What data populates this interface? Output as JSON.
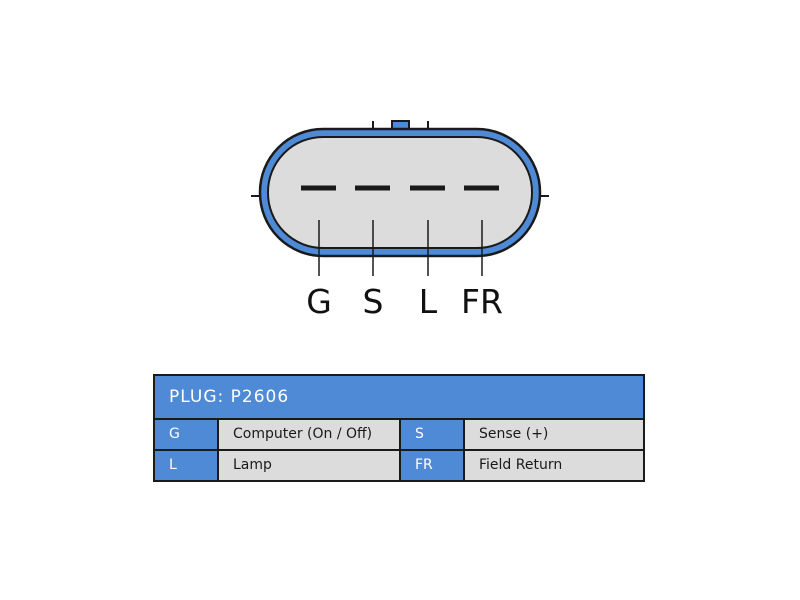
{
  "connector": {
    "pins": [
      "G",
      "S",
      "L",
      "FR"
    ]
  },
  "table": {
    "header": "PLUG: P2606",
    "rows": [
      {
        "code1": "G",
        "desc1": "Computer (On / Off)",
        "code2": "S",
        "desc2": "Sense (+)"
      },
      {
        "code1": "L",
        "desc1": "Lamp",
        "code2": "FR",
        "desc2": "Field Return"
      }
    ]
  },
  "colors": {
    "accent": "#4f8ad6",
    "body": "#dcdcdc",
    "outline": "#1a1a1a"
  }
}
